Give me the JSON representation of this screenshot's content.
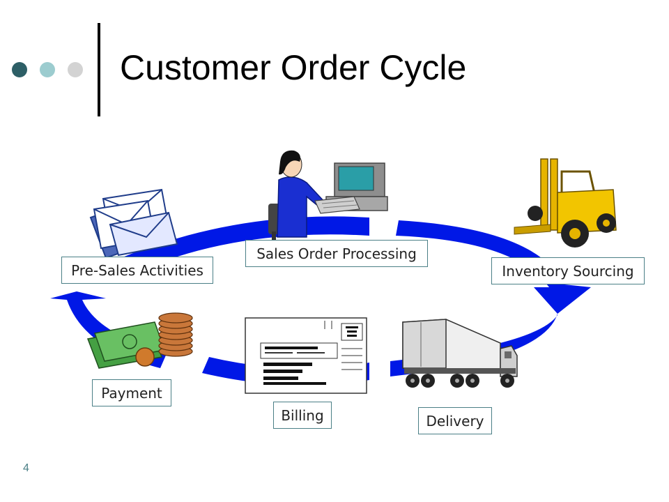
{
  "slide": {
    "title": "Customer Order Cycle",
    "page_number": "4"
  },
  "colors": {
    "arrow_blue": "#0018e6",
    "label_border": "#4a7f86",
    "dot_dark": "#2d5f66",
    "dot_mid": "#9ccccf",
    "dot_light": "#d3d3d3"
  },
  "cycle": {
    "steps": [
      {
        "label": "Sales Order Processing",
        "icon": "clerk-at-computer-icon"
      },
      {
        "label": "Inventory Sourcing",
        "icon": "forklift-icon"
      },
      {
        "label": "Delivery",
        "icon": "truck-icon"
      },
      {
        "label": "Billing",
        "icon": "invoice-icon"
      },
      {
        "label": "Payment",
        "icon": "money-icon"
      },
      {
        "label": "Pre-Sales Activities",
        "icon": "envelopes-icon"
      }
    ]
  }
}
